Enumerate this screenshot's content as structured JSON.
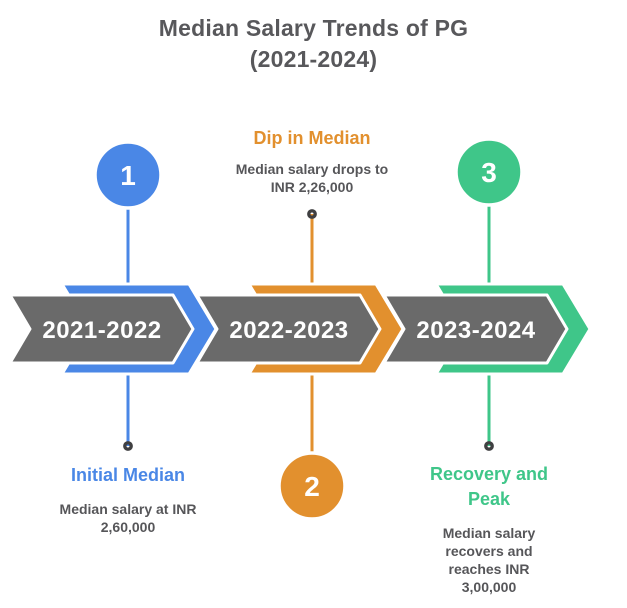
{
  "title": {
    "line1": "Median Salary Trends of PG",
    "line2": "(2021-2024)"
  },
  "colors": {
    "blue_accent": "#4a87e6",
    "orange_accent": "#e2902e",
    "green_accent": "#3fc689",
    "chevron_gray": "#6a6a6a",
    "title_text": "#58585b",
    "body_text": "#565659",
    "connector_dot": "#3f3f41",
    "background": "#ffffff",
    "chevron_label_text": "#ffffff"
  },
  "timeline": {
    "segments": [
      {
        "number": "1",
        "year": "2021-2022",
        "accent": "blue",
        "heading": "Initial Median",
        "description": "Median salary at INR 2,60,000",
        "callout_position": "bottom"
      },
      {
        "number": "2",
        "year": "2022-2023",
        "accent": "orange",
        "heading": "Dip in Median",
        "description": "Median salary drops to INR 2,26,000",
        "callout_position": "top"
      },
      {
        "number": "3",
        "year": "2023-2024",
        "accent": "green",
        "heading": "Recovery and Peak",
        "description": "Median salary recovers and reaches INR 3,00,000",
        "callout_position": "bottom"
      }
    ]
  }
}
